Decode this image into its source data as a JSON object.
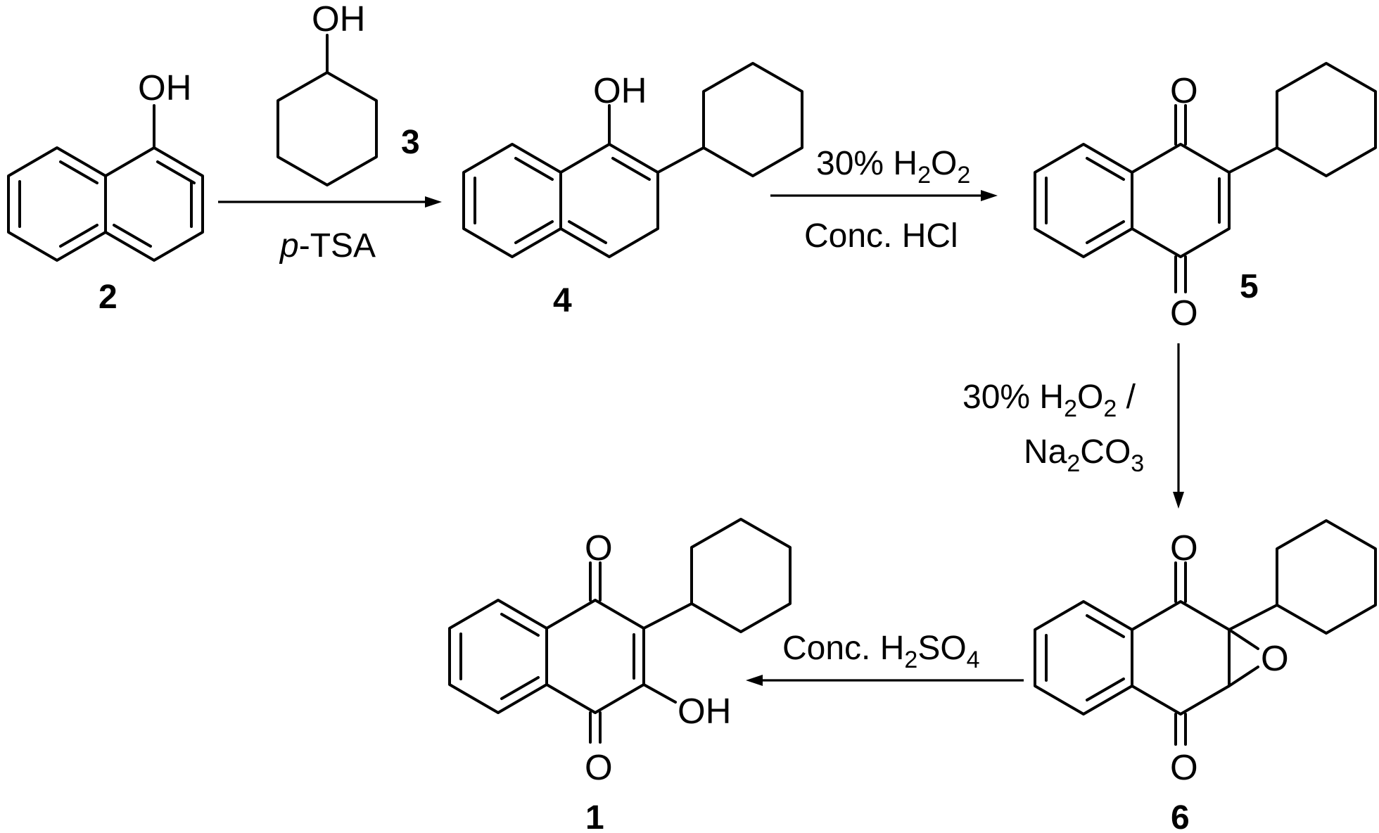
{
  "compounds": [
    {
      "id": "2",
      "label": "2"
    },
    {
      "id": "3",
      "label": "3"
    },
    {
      "id": "4",
      "label": "4"
    },
    {
      "id": "5",
      "label": "5"
    },
    {
      "id": "6",
      "label": "6"
    },
    {
      "id": "1",
      "label": "1"
    }
  ],
  "atoms": {
    "hydroxyl": "OH",
    "oxygen": "O"
  },
  "reactions": {
    "step1": {
      "reagent_italic": "p",
      "reagent_rest": "-TSA"
    },
    "step2": {
      "top_main": "30% H",
      "top_sub1": "2",
      "top_o": "O",
      "top_sub2": "2",
      "bottom": "Conc. HCl"
    },
    "step3": {
      "line1_main": "30% H",
      "line1_sub1": "2",
      "line1_o": "O",
      "line1_sub2": "2",
      "line1_tail": " /",
      "line2_main": "Na",
      "line2_sub1": "2",
      "line2_co": "CO",
      "line2_sub2": "3"
    },
    "step4": {
      "main": "Conc. H",
      "sub1": "2",
      "so": "SO",
      "sub2": "4"
    }
  }
}
